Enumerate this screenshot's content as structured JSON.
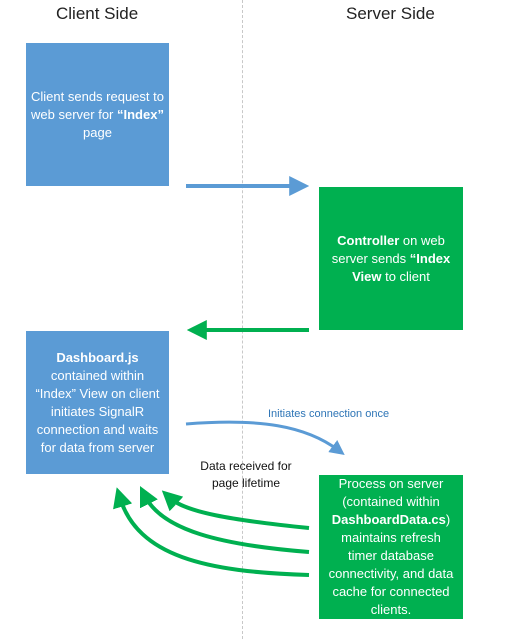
{
  "headings": {
    "client": "Client Side",
    "server": "Server Side"
  },
  "boxes": {
    "client_request": {
      "line1": "Client sends request to",
      "line2_pre": "web server for ",
      "line2_bold": "“Index”",
      "line3": "page"
    },
    "controller": {
      "bold1": "Controller",
      "text1": " on web",
      "text2": "server sends ",
      "bold2": "“Index",
      "bold3": "View",
      "text3": " to client"
    },
    "dashboard_js": {
      "bold1": "Dashboard.js",
      "line2": "contained within",
      "line3": "“Index” View on client",
      "line4": "initiates SignalR",
      "line5": "connection and waits",
      "line6": "for data from server"
    },
    "process_server": {
      "line1": "Process on server",
      "line2": "(contained within",
      "bold1": "DashboardData.cs",
      "line3_post": ")",
      "line4": "maintains refresh",
      "line5": "timer database",
      "line6": "connectivity, and data",
      "line7": "cache for connected",
      "line8": "clients."
    }
  },
  "labels": {
    "initiates_connection": "Initiates connection once",
    "data_received_line1": "Data received for",
    "data_received_line2": "page lifetime"
  },
  "colors": {
    "blue_box": "#5b9bd5",
    "green_box": "#00b050",
    "blue_arrow": "#5b9bd5",
    "green_arrow": "#00b050",
    "blue_label": "#2e75b6"
  }
}
